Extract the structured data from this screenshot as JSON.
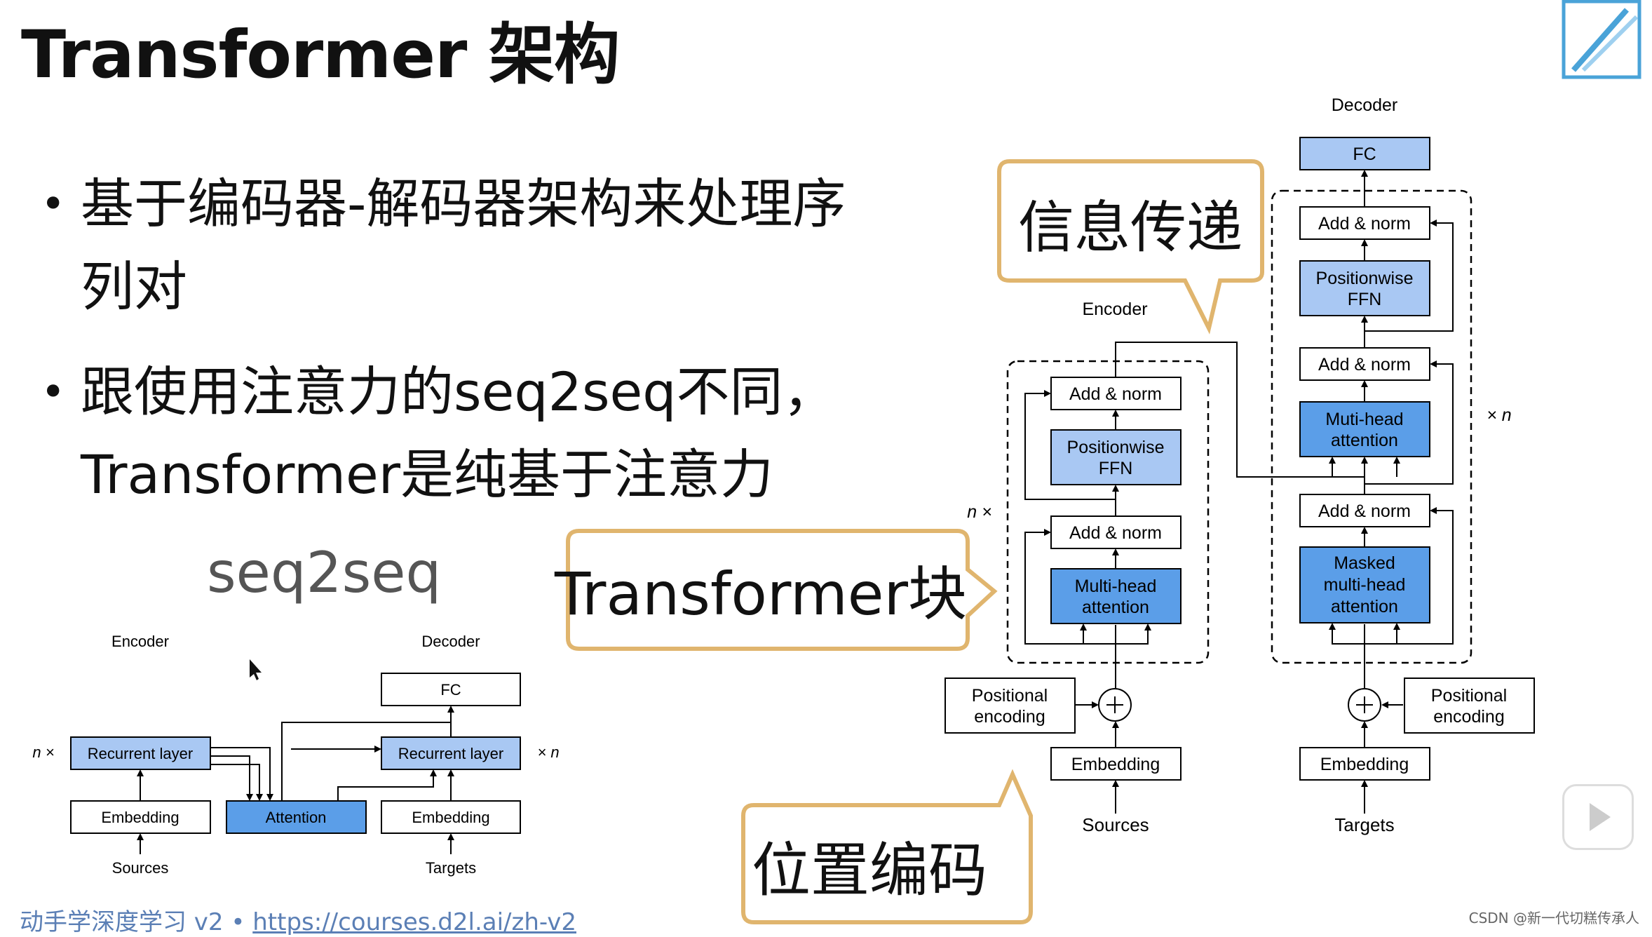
{
  "title": "Transformer 架构",
  "bullets": [
    {
      "text": "基于编码器-解码器架构来处理序列对"
    },
    {
      "text": "跟使用注意力的seq2seq不同，Transformer是纯基于注意力"
    }
  ],
  "seq2seq": {
    "title": "seq2seq",
    "encoder_label": "Encoder",
    "decoder_label": "Decoder",
    "n_left": "n ×",
    "n_right": "× n",
    "recurrent_enc": "Recurrent layer",
    "recurrent_dec": "Recurrent layer",
    "embedding_enc": "Embedding",
    "embedding_dec": "Embedding",
    "attention": "Attention",
    "fc": "FC",
    "sources": "Sources",
    "targets": "Targets"
  },
  "transformer": {
    "encoder_label": "Encoder",
    "decoder_label": "Decoder",
    "fc": "FC",
    "add_norm": "Add & norm",
    "ffn_line1": "Positionwise",
    "ffn_line2": "FFN",
    "mha_line1": "Multi-head",
    "mha_line2": "attention",
    "dec_mha_line1": "Muti-head",
    "dec_mha_line2": "attention",
    "masked_line1": "Masked",
    "masked_line2": "multi-head",
    "masked_line3": "attention",
    "pos_line1": "Positional",
    "pos_line2": "encoding",
    "embedding": "Embedding",
    "sources": "Sources",
    "targets": "Targets",
    "n_enc": "n ×",
    "n_dec": "× n"
  },
  "callouts": {
    "info": "信息传递",
    "block": "Transformer块",
    "pos": "位置编码"
  },
  "footer": {
    "prefix": "动手学深度学习 v2 • ",
    "link": "https://courses.d2l.ai/zh-v2"
  },
  "watermark": "CSDN @新一代切糕传承人",
  "colors": {
    "light_blue": "#a9c8f3",
    "mid_blue": "#5b9ee8",
    "callout_border": "#e0b56e"
  }
}
